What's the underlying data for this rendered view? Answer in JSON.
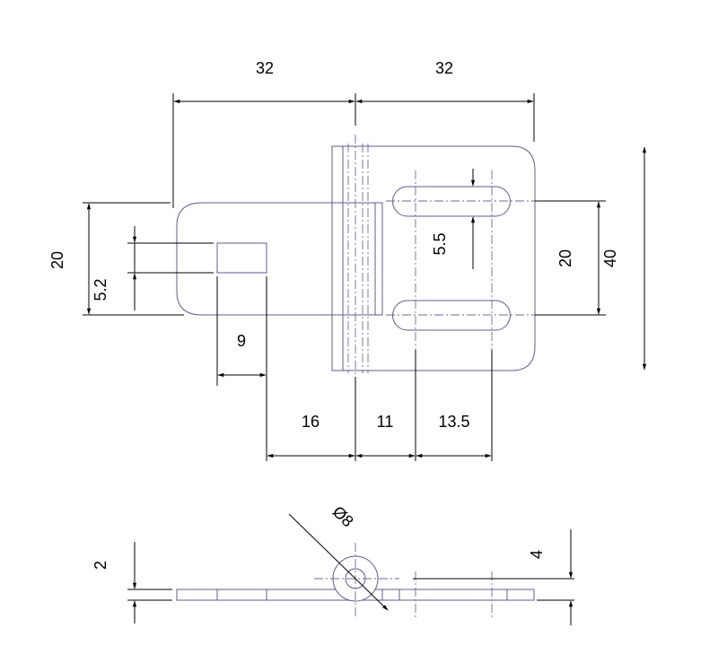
{
  "dimensions": {
    "top_left_width": "32",
    "top_right_width": "32",
    "leaf_height": "20",
    "slot_spacing": "20",
    "overall_height": "40",
    "small_hole_height": "5.2",
    "slot_width": "5.5",
    "small_hole_width": "9",
    "hole_to_axis": "16",
    "axis_to_slot": "11",
    "slot_length": "13.5",
    "knuckle_diameter": "Ø8",
    "leaf_thickness": "2",
    "knuckle_offset": "4"
  }
}
